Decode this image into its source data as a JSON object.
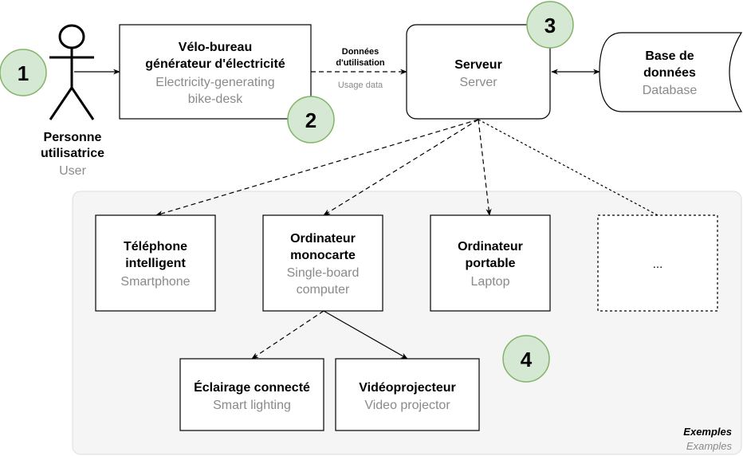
{
  "nodes": {
    "person": {
      "fr1": "Personne",
      "fr2": "utilisatrice",
      "en": "User"
    },
    "bike": {
      "fr1": "Vélo-bureau",
      "fr2": "générateur d'électricité",
      "en1": "Electricity-generating",
      "en2": "bike-desk"
    },
    "server": {
      "fr": "Serveur",
      "en": "Server"
    },
    "database": {
      "fr1": "Base de",
      "fr2": "données",
      "en": "Database"
    },
    "phone": {
      "fr1": "Téléphone",
      "fr2": "intelligent",
      "en": "Smartphone"
    },
    "sbc": {
      "fr1": "Ordinateur",
      "fr2": "monocarte",
      "en1": "Single-board",
      "en2": "computer"
    },
    "laptop": {
      "fr1": "Ordinateur",
      "fr2": "portable",
      "en": "Laptop"
    },
    "other": {
      "label": "..."
    },
    "lighting": {
      "fr": "Éclairage connecté",
      "en": "Smart lighting"
    },
    "projector": {
      "fr": "Vidéoprojecteur",
      "en": "Video projector"
    }
  },
  "edges": {
    "usage_data": {
      "fr1": "Données",
      "fr2": "d'utilisation",
      "en": "Usage data"
    }
  },
  "markers": [
    "1",
    "2",
    "3",
    "4"
  ],
  "group": {
    "fr": "Exemples",
    "en": "Examples"
  },
  "colors": {
    "marker_fill": "#d5e8d4",
    "marker_stroke": "#82b366",
    "group_fill": "#f5f5f5",
    "group_stroke": "#dddddd",
    "secondary_text": "#8a8a8a"
  }
}
